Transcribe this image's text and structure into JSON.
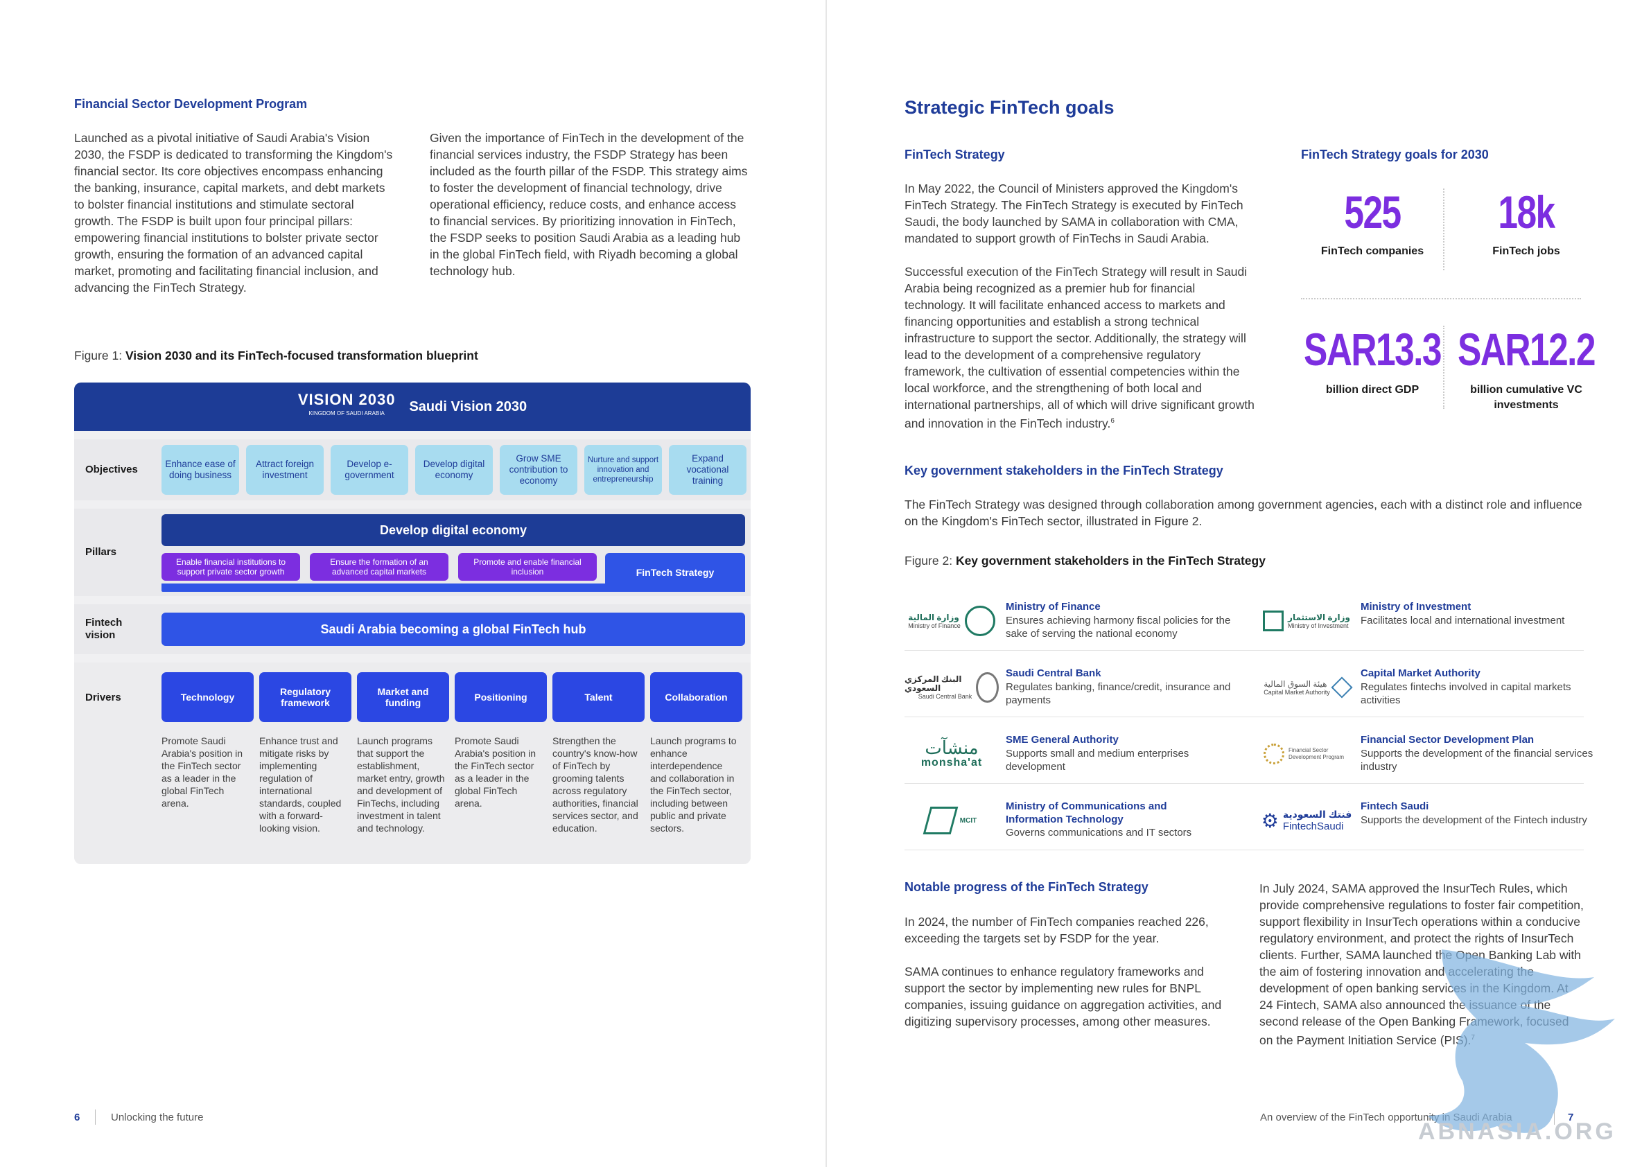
{
  "left": {
    "section_title": "Financial Sector Development Program",
    "col1": "Launched as a pivotal initiative of Saudi Arabia's Vision 2030, the FSDP is dedicated to transforming the Kingdom's financial sector. Its core objectives encompass enhancing the banking, insurance, capital markets, and debt markets to bolster financial institutions and stimulate sectoral growth. The FSDP is built upon four principal pillars: empowering financial institutions to bolster private sector growth, ensuring the formation of an advanced capital market, promoting and facilitating financial inclusion, and advancing the FinTech Strategy.",
    "col2": "Given the importance of FinTech in the development of the financial services industry, the FSDP Strategy has been included as the fourth pillar of the FSDP. This strategy aims to foster the development of financial technology, drive operational efficiency, reduce costs, and enhance access to financial services. By prioritizing innovation in FinTech, the FSDP seeks to position Saudi Arabia as a leading hub in the global FinTech field, with Riyadh becoming a global technology hub.",
    "figure_label": "Figure 1:",
    "figure_title": "Vision 2030 and its FinTech-focused transformation blueprint",
    "figure": {
      "logo_text": "VISION 2030",
      "logo_sub": "KINGDOM OF SAUDI ARABIA",
      "header": "Saudi Vision 2030",
      "objectives_label": "Objectives",
      "objectives": [
        "Enhance ease of doing business",
        "Attract foreign investment",
        "Develop e-government",
        "Develop digital economy",
        "Grow SME contribution to economy",
        "Nurture and support innovation and entrepreneurship",
        "Expand vocational training"
      ],
      "pillars_label": "Pillars",
      "pillars_header": "Develop digital economy",
      "pillars": [
        "Enable financial institutions to support private sector growth",
        "Ensure the formation of an advanced capital markets",
        "Promote and enable financial inclusion"
      ],
      "fintech_strategy": "FinTech Strategy",
      "vision_label": "Fintech vision",
      "vision": "Saudi Arabia becoming a global FinTech hub",
      "drivers_label": "Drivers",
      "drivers": [
        {
          "name": "Technology",
          "desc": "Promote Saudi Arabia's position in the FinTech sector as a leader in the global FinTech arena."
        },
        {
          "name": "Regulatory framework",
          "desc": "Enhance trust and mitigate risks by implementing regulation of international standards, coupled with a forward-looking vision."
        },
        {
          "name": "Market and funding",
          "desc": "Launch programs that support the establishment, market entry, growth and development of FinTechs, including investment in talent and technology."
        },
        {
          "name": "Positioning",
          "desc": "Promote Saudi Arabia's position in the FinTech sector as a leader in the global FinTech arena."
        },
        {
          "name": "Talent",
          "desc": "Strengthen the country's know-how of FinTech by grooming talents across regulatory authorities, financial services sector, and education."
        },
        {
          "name": "Collaboration",
          "desc": "Launch programs to enhance interdependence and collaboration in the FinTech sector, including between public and private sectors."
        }
      ]
    },
    "footer_num": "6",
    "footer_text": "Unlocking the future"
  },
  "right": {
    "title": "Strategic FinTech goals",
    "strategy_title": "FinTech Strategy",
    "strategy_p1": "In May 2022, the Council of Ministers approved the Kingdom's FinTech Strategy. The FinTech Strategy is executed by FinTech Saudi, the body launched by SAMA in collaboration with CMA, mandated to support growth of FinTechs in Saudi Arabia.",
    "strategy_p2": "Successful execution of the FinTech Strategy will result in Saudi Arabia being recognized as a premier hub for financial technology. It will facilitate enhanced access to markets and financing opportunities and establish a strong technical infrastructure to support the sector. Additionally, the strategy will lead to the development of a comprehensive regulatory framework, the cultivation of essential competencies within the local workforce, and the strengthening of both local and international partnerships, all of which will drive significant growth and innovation in the FinTech industry.",
    "strategy_p2_sup": "6",
    "goals_title": "FinTech Strategy goals for 2030",
    "goals": [
      {
        "value": "525",
        "label": "FinTech companies"
      },
      {
        "value": "18k",
        "label": "FinTech jobs"
      },
      {
        "value": "SAR13.3",
        "label": "billion direct GDP"
      },
      {
        "value": "SAR12.2",
        "label": "billion cumulative VC investments"
      }
    ],
    "stakeholders_title": "Key government stakeholders in the FinTech Strategy",
    "stakeholders_intro": "The FinTech Strategy was designed through collaboration among government agencies, each with a distinct role and influence on the Kingdom's FinTech sector, illustrated in Figure 2.",
    "figure_label": "Figure 2:",
    "figure_title": "Key government stakeholders in the FinTech Strategy",
    "stakeholders": [
      {
        "name": "Ministry of Finance",
        "desc": "Ensures achieving harmony fiscal policies for the sake of serving the national economy",
        "logo_ar": "وزارة المالية",
        "logo_en": "Ministry of Finance"
      },
      {
        "name": "Ministry of Investment",
        "desc": "Facilitates local and international investment",
        "logo_ar": "وزارة الاستثمار",
        "logo_en": "Ministry of Investment"
      },
      {
        "name": "Saudi Central Bank",
        "desc": "Regulates banking, finance/credit, insurance and payments",
        "logo_ar": "البنك المركزي السعودي",
        "logo_en": "Saudi Central Bank"
      },
      {
        "name": "Capital Market Authority",
        "desc": "Regulates fintechs involved in capital markets activities",
        "logo_ar": "هيئة السوق المالية",
        "logo_en": "Capital Market Authority"
      },
      {
        "name": "SME General Authority",
        "desc": "Supports small and medium enterprises development",
        "logo_ar": "منشآت",
        "logo_en": "monsha'at"
      },
      {
        "name": "Financial Sector Development Plan",
        "desc": "Supports the development of the financial services industry",
        "logo_ar": "",
        "logo_en": "Financial Sector Development Program"
      },
      {
        "name": "Ministry of Communications and Information Technology",
        "desc": "Governs communications and IT sectors",
        "logo_ar": "",
        "logo_en": "MCIT"
      },
      {
        "name": "Fintech Saudi",
        "desc": "Supports the development of the Fintech industry",
        "logo_ar": "فنتك السعودية",
        "logo_en": "FintechSaudi"
      }
    ],
    "progress_title": "Notable progress of the FinTech Strategy",
    "progress_p1": "In 2024, the number of FinTech companies reached 226, exceeding the targets set by FSDP for the year.",
    "progress_p2": "SAMA continues to enhance regulatory frameworks and support the sector by implementing new rules for BNPL companies, issuing guidance on aggregation activities, and digitizing supervisory processes, among other measures.",
    "progress_p3": "In July 2024, SAMA approved the InsurTech Rules, which provide comprehensive regulations to foster fair competition, support flexibility in InsurTech operations within a conducive regulatory environment, and protect the rights of InsurTech clients. Further, SAMA launched the Open Banking Lab with the aim of fostering innovation and accelerating the development of open banking services in the Kingdom. At 24 Fintech, SAMA also announced the issuance of the second release of the Open Banking Framework, focused on the Payment Initiation Service (PIS).",
    "progress_p3_sup": "7",
    "footer_text": "An overview of the FinTech opportunity in Saudi Arabia",
    "footer_num": "7"
  },
  "watermark": "ABNASIA.ORG",
  "colors": {
    "navy": "#1f3c99",
    "purple": "#7c2ee0",
    "blue": "#2f54e6",
    "light_blue": "#a8dcf0",
    "band": "#e9e9ec"
  }
}
